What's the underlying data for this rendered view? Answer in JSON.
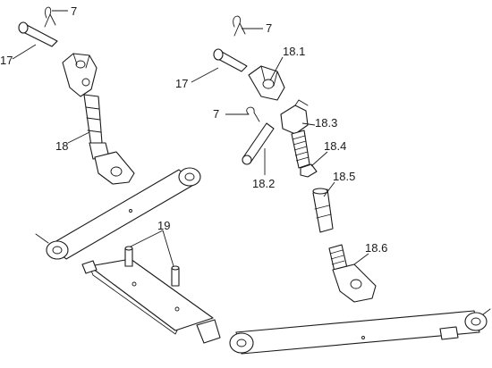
{
  "callouts": {
    "pin_clip_left": "7",
    "pin_clip_right": "7",
    "pin_clip_mid": "7",
    "pin_left": "17",
    "pin_right": "17",
    "top_link_left": "18",
    "top_link_fork": "18.1",
    "fork_pin": "18.2",
    "threaded_end": "18.3",
    "lock_nut": "18.4",
    "sleeve": "18.5",
    "rear_end": "18.6",
    "drawbar_pins": "19"
  },
  "colors": {
    "line": "#1a1a1a",
    "background": "#ffffff"
  }
}
